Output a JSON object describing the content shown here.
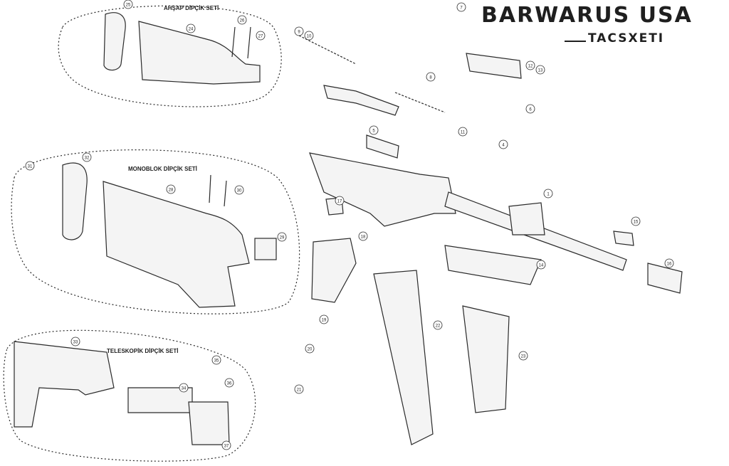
{
  "brand": {
    "name": "BARWARUS USA",
    "sub": "TACSXETI"
  },
  "groups": [
    {
      "id": "wood",
      "title": "AHŞAP DİPÇİK SETİ"
    },
    {
      "id": "mono",
      "title": "MONOBLOK DİPÇİK SETİ"
    },
    {
      "id": "tele",
      "title": "TELESKOPİK DİPÇİK SETİ"
    }
  ],
  "callouts": [
    "1",
    "4",
    "5",
    "6",
    "7",
    "8",
    "9",
    "10",
    "11",
    "12",
    "13",
    "14",
    "15",
    "16",
    "17",
    "18",
    "19",
    "20",
    "21",
    "22",
    "23",
    "24",
    "25",
    "26",
    "27",
    "28",
    "29",
    "30",
    "31",
    "32",
    "33",
    "34",
    "35",
    "36",
    "37"
  ],
  "colors": {
    "line": "#2a2a2a",
    "fill": "#f4f4f4",
    "ink": "#1f1f1f"
  }
}
